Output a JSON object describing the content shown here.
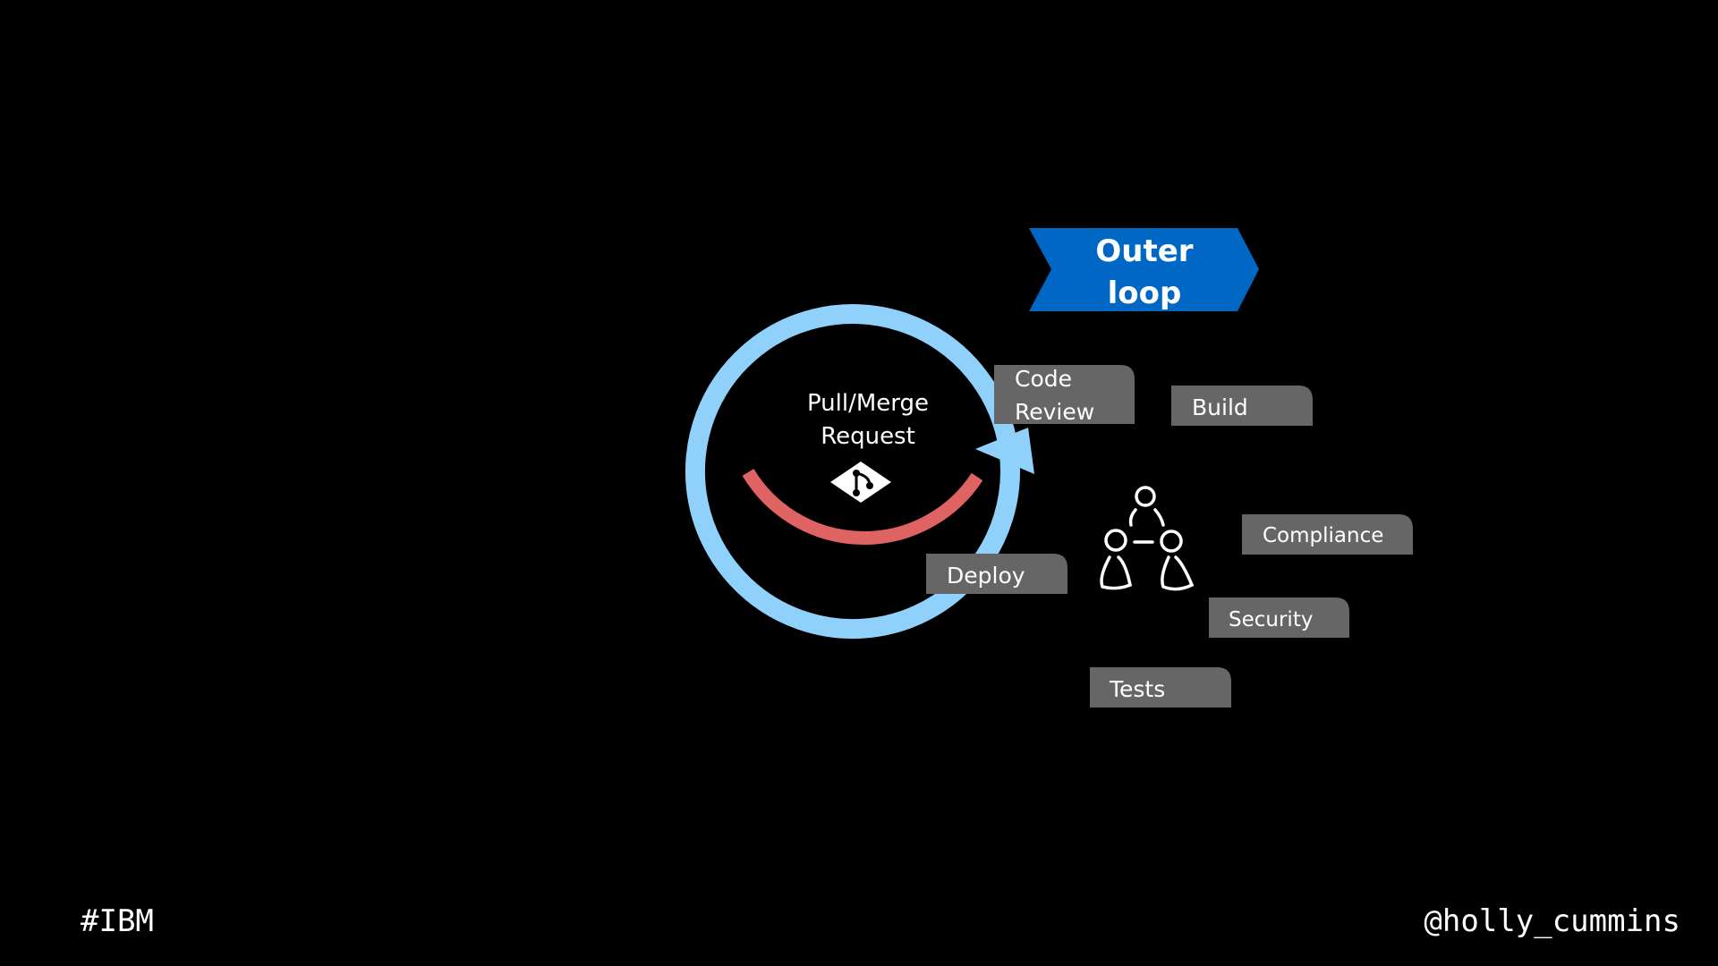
{
  "banner": {
    "line1": "Outer",
    "line2": "loop"
  },
  "pull_request": {
    "line1": "Pull/Merge",
    "line2": "Request",
    "icon": "git-merge-icon"
  },
  "stages": {
    "code_review": {
      "line1": "Code",
      "line2": "Review"
    },
    "build": "Build",
    "compliance": "Compliance",
    "security": "Security",
    "tests": "Tests",
    "deploy": "Deploy"
  },
  "center_icon": "team-icon",
  "footer": {
    "left": "#IBM",
    "right": "@holly_cummins"
  },
  "colors": {
    "background": "#000000",
    "loop": "#8fd1fb",
    "incoming_arc": "#e06363",
    "banner": "#0068c4",
    "label_box": "#666666",
    "text": "#ffffff"
  }
}
